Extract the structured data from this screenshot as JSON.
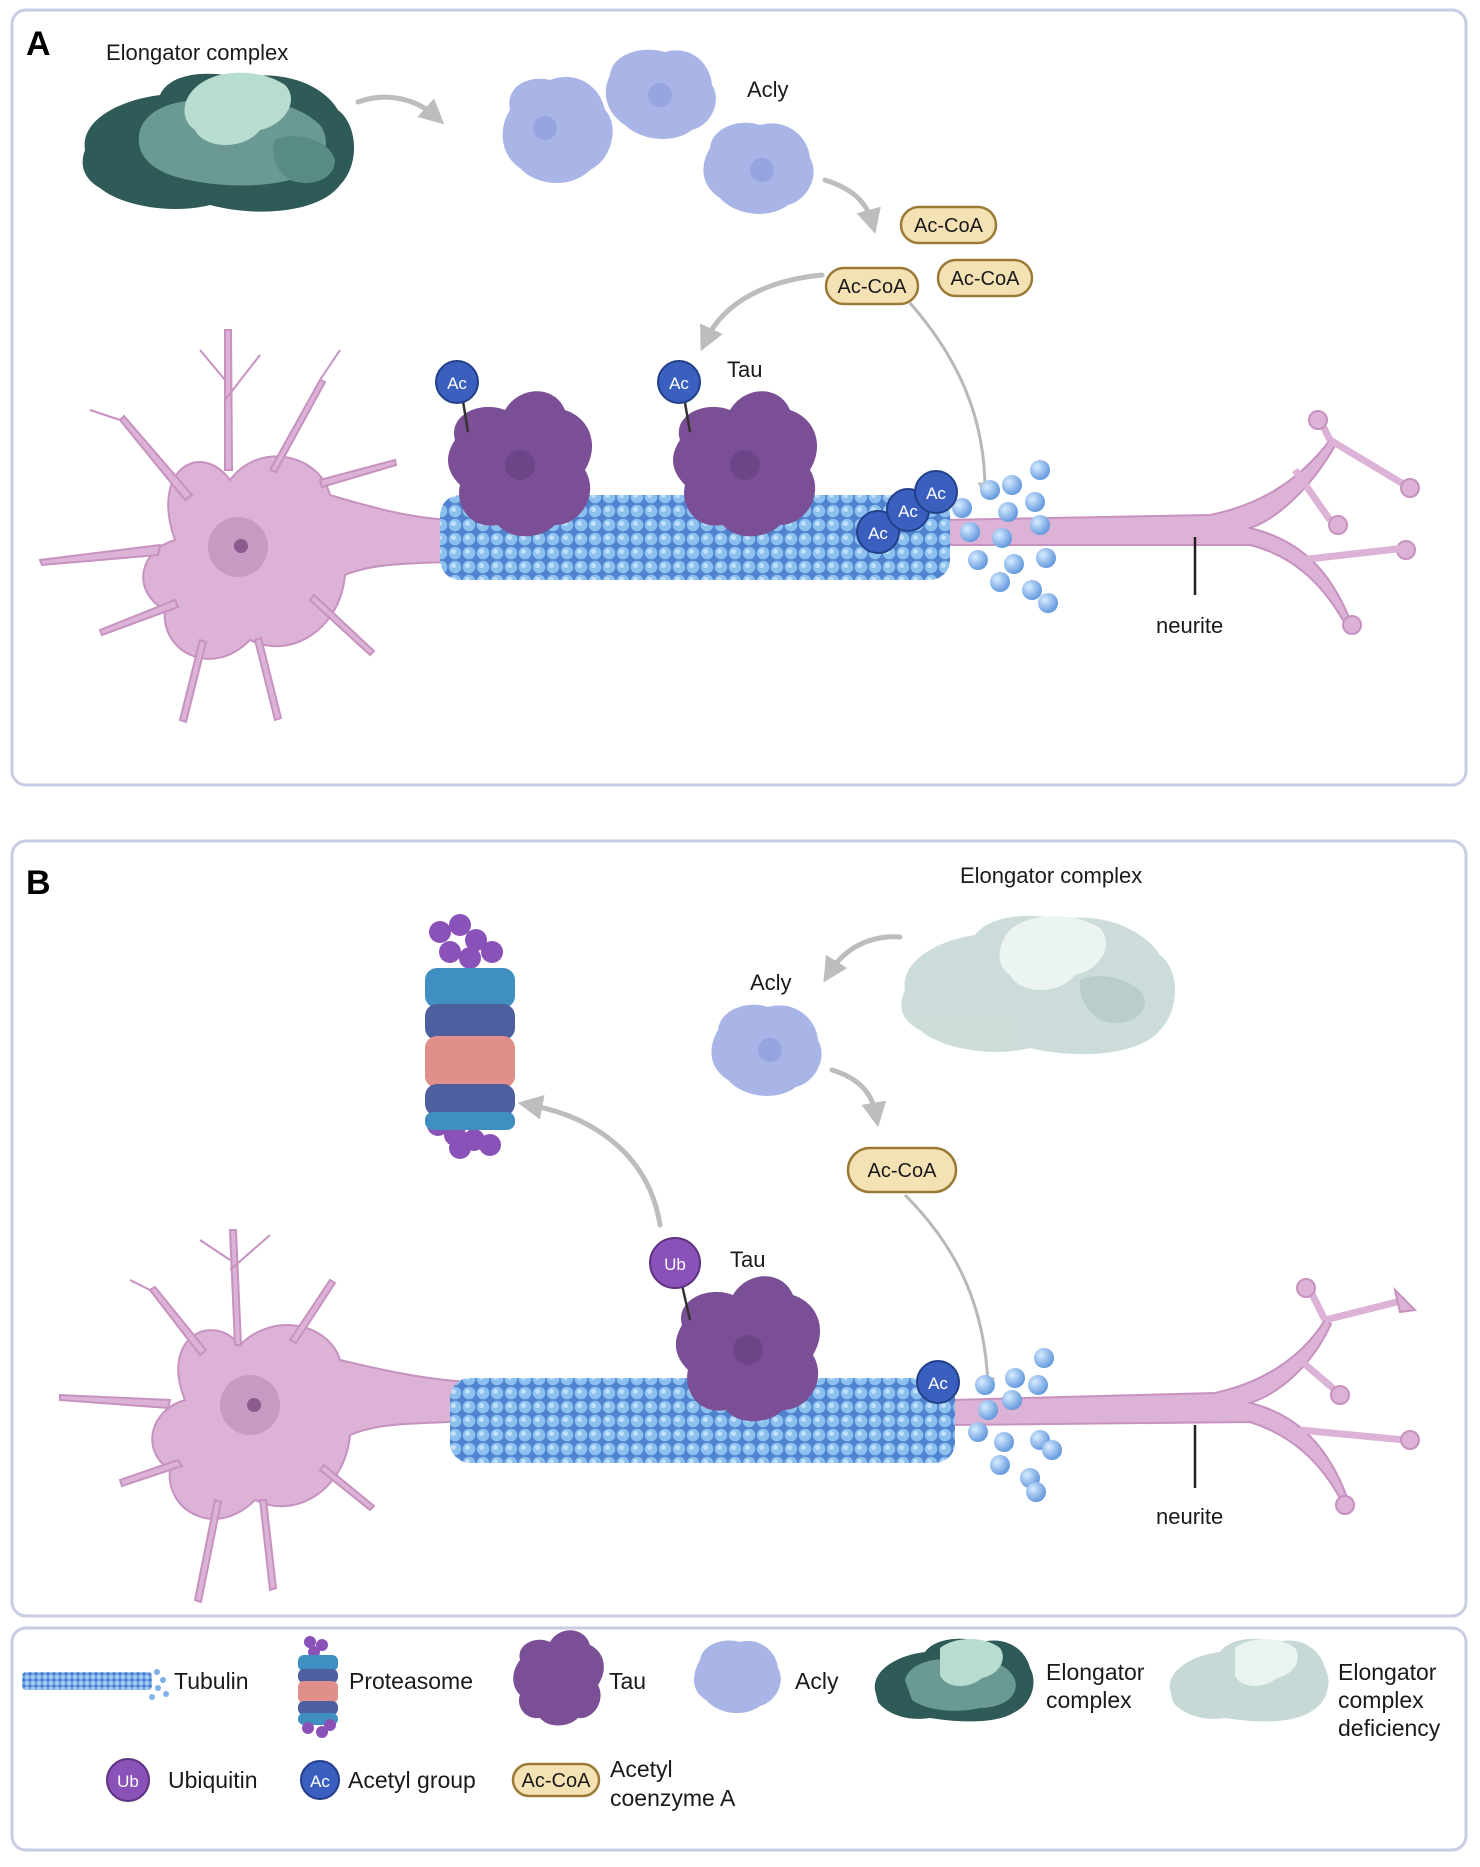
{
  "panel_a": {
    "letter": "A",
    "elongator_label": "Elongator complex",
    "acly_label": "Acly",
    "coa_labels": [
      "Ac-CoA",
      "Ac-CoA",
      "Ac-CoA"
    ],
    "tau_label": "Tau",
    "ac_label": "Ac",
    "neurite_label": "neurite"
  },
  "panel_b": {
    "letter": "B",
    "elongator_label": "Elongator complex",
    "acly_label": "Acly",
    "coa_label": "Ac-CoA",
    "tau_label": "Tau",
    "ub_label": "Ub",
    "ac_label": "Ac",
    "neurite_label": "neurite"
  },
  "legend": {
    "tubulin": "Tubulin",
    "proteasome": "Proteasome",
    "tau": "Tau",
    "acly": "Acly",
    "elongator": [
      "Elongator",
      "complex"
    ],
    "elongator_def": [
      "Elongator",
      "complex",
      "deficiency"
    ],
    "ubiquitin": "Ubiquitin",
    "ub_badge": "Ub",
    "acetyl": "Acetyl group",
    "ac_badge": "Ac",
    "coa_badge": "Ac-CoA",
    "acetyl_coa": [
      "Acetyl",
      "coenzyme A"
    ]
  },
  "colors": {
    "neuron": "#dcb2d6",
    "neuron_stroke": "#c792c0",
    "tau": "#7a4f95",
    "acly": "#a9b5e6",
    "elongator_dark": "#2e5a57",
    "elongator_mid": "#6a9a93",
    "elongator_light": "#b8dccf",
    "ac_badge": "#3a5fbf",
    "ub_badge": "#8a52b8",
    "coa_fill": "#f4e2b5",
    "coa_stroke": "#9b7a36",
    "tubulin": "#6fa2e0",
    "proteasome_pink": "#e08f8a",
    "proteasome_teal": "#3f8fc0",
    "proteasome_navy": "#4e5f9f"
  }
}
